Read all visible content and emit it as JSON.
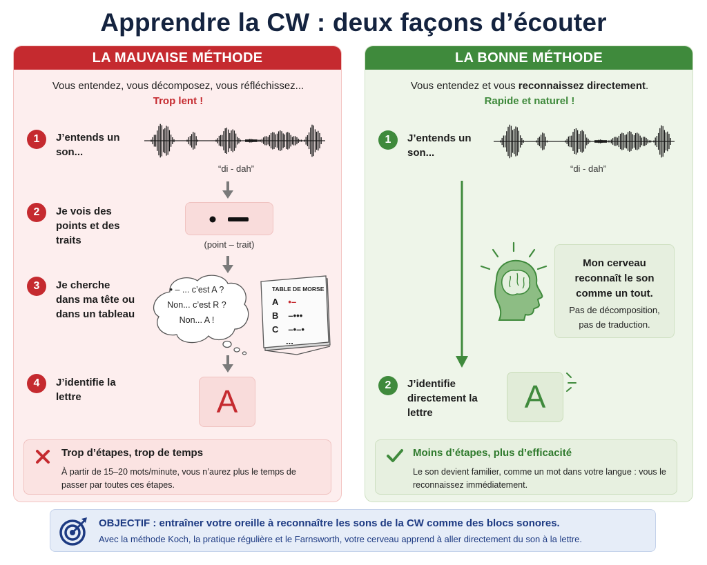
{
  "title": "Apprendre la CW : deux façons d’écouter",
  "bad": {
    "header": "LA MAUVAISE MÉTHODE",
    "intro": "Vous entendez, vous décomposez, vous réfléchissez...",
    "tagline": "Trop lent !",
    "steps": [
      {
        "num": "1",
        "label": "J’entends un son..."
      },
      {
        "num": "2",
        "label": "Je vois des points et des traits"
      },
      {
        "num": "3",
        "label": "Je cherche dans ma tête ou dans un tableau"
      },
      {
        "num": "4",
        "label": "J’identifie la lettre"
      }
    ],
    "sound_caption": "“di - dah”",
    "morse_caption": "(point – trait)",
    "cloud_lines": [
      "• – ... c’est A ?",
      "Non... c’est R ?",
      "Non... A !"
    ],
    "table": {
      "title": "TABLE DE MORSE",
      "rows": [
        {
          "letter": "A",
          "code": "•–"
        },
        {
          "letter": "B",
          "code": "–•••"
        },
        {
          "letter": "C",
          "code": "–•–•"
        }
      ],
      "more": "..."
    },
    "letter": "A",
    "summary": {
      "title": "Trop d’étapes, trop de temps",
      "body": "À partir de 15–20 mots/minute, vous n’aurez plus le temps de passer par toutes ces étapes."
    }
  },
  "good": {
    "header": "LA BONNE MÉTHODE",
    "intro_prefix": "Vous entendez et vous ",
    "intro_bold": "reconnaissez directement",
    "intro_suffix": ".",
    "tagline": "Rapide et naturel !",
    "steps": [
      {
        "num": "1",
        "label": "J’entends un son..."
      },
      {
        "num": "2",
        "label": "J’identifie directement la lettre"
      }
    ],
    "sound_caption": "“di - dah”",
    "brain": {
      "title": "Mon cerveau reconnaît le son comme un tout.",
      "sub": "Pas de décomposition, pas de traduction."
    },
    "letter": "A",
    "summary": {
      "title": "Moins d’étapes, plus d’efficacité",
      "body": "Le son devient familier, comme un mot dans votre langue : vous le reconnaissez immédiatement."
    }
  },
  "objective": {
    "title": "OBJECTIF : entraîner votre oreille à reconnaître les sons de la CW comme des blocs sonores.",
    "body": "Avec la méthode Koch, la pratique régulière et le Farnsworth, votre cerveau apprend à aller directement du son à la lettre."
  },
  "colors": {
    "bad": "#c52a2f",
    "good": "#3f8a3c",
    "objective": "#1d3a82"
  }
}
